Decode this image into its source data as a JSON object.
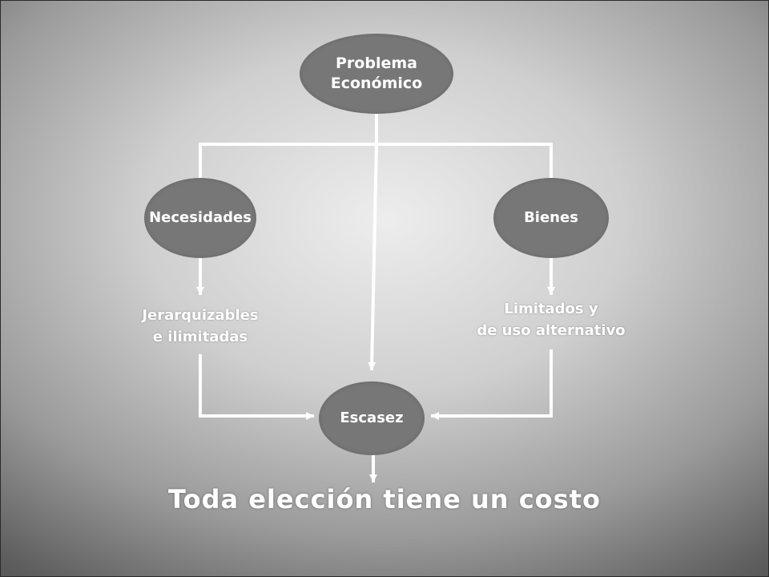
{
  "diagram": {
    "root": {
      "line1": "Problema",
      "line2": "Económico"
    },
    "left": "Necesidades",
    "right": "Bienes",
    "left_desc": {
      "line1": "Jerarquizables",
      "line2": "e ilimitadas"
    },
    "right_desc": {
      "line1": "Limitados y",
      "line2": "de uso alternativo"
    },
    "center": "Escasez",
    "conclusion": "Toda elección tiene un costo"
  },
  "colors": {
    "node_fill": "#777777",
    "text": "#ffffff",
    "connector": "#ffffff"
  }
}
